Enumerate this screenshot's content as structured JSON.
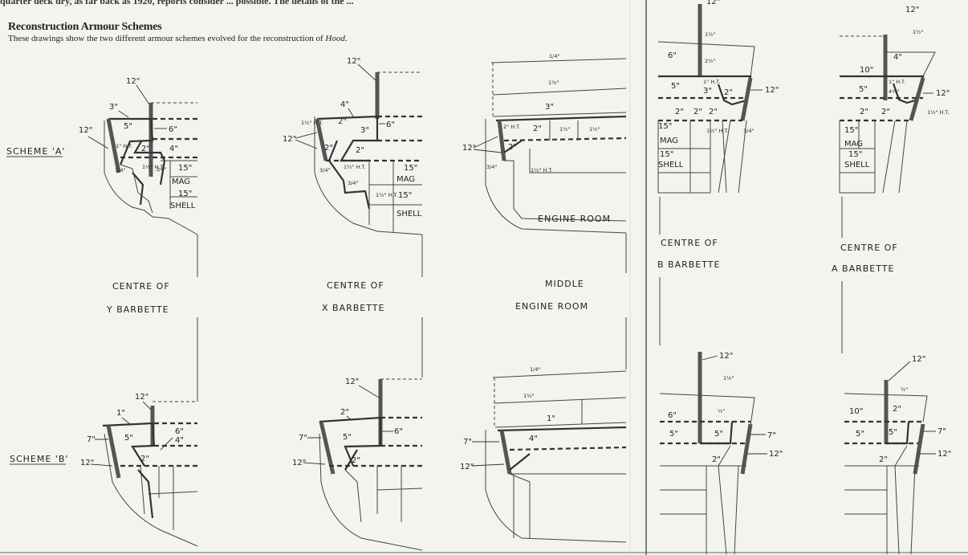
{
  "top_text": "quarter deck dry, as far back as 1920, reports consider ... possible. The details of the ...",
  "heading": "Reconstruction Armour Schemes",
  "subheading_prefix": "These drawings show the two different armour schemes evolved for the reconstruction of ",
  "subheading_ship": "Hood",
  "subheading_suffix": ".",
  "scheme_a_label": "SCHEME 'A'",
  "scheme_b_label": "SCHEME 'B'",
  "sections": [
    {
      "id": "y",
      "line1": "CENTRE OF",
      "line2": "Y BARBETTE"
    },
    {
      "id": "x",
      "line1": "CENTRE OF",
      "line2": "X BARBETTE"
    },
    {
      "id": "mid",
      "line1": "MIDDLE",
      "line2": "ENGINE ROOM"
    },
    {
      "id": "b",
      "line1": "CENTRE OF",
      "line2": "B BARBETTE"
    },
    {
      "id": "a",
      "line1": "CENTRE OF",
      "line2": "A BARBETTE"
    }
  ],
  "compartments": {
    "mag": "MAG",
    "shell": "SHELL",
    "engine_room": "ENGINE ROOM",
    "mag15": "15\"",
    "shell15": "15\""
  },
  "thickness_labels": {
    "t12": "12\"",
    "t10": "10\"",
    "t7": "7\"",
    "t6": "6\"",
    "t5": "5\"",
    "t4": "4\"",
    "t3": "3\"",
    "t2": "2\"",
    "t1": "1\"",
    "t1_5": "1½\"",
    "t1_5ht": "1½\" H.T.",
    "t1ht": "1\" H.T.",
    "t2ht": "2\" H.T.",
    "t3q": "3/4\"",
    "t1q": "1/4\"",
    "t1_5a": "1½\"",
    "t1_75": "1¾\"",
    "t2_5": "2½\"",
    "t0_5": "½\"",
    "t4_75": "4¾\""
  }
}
